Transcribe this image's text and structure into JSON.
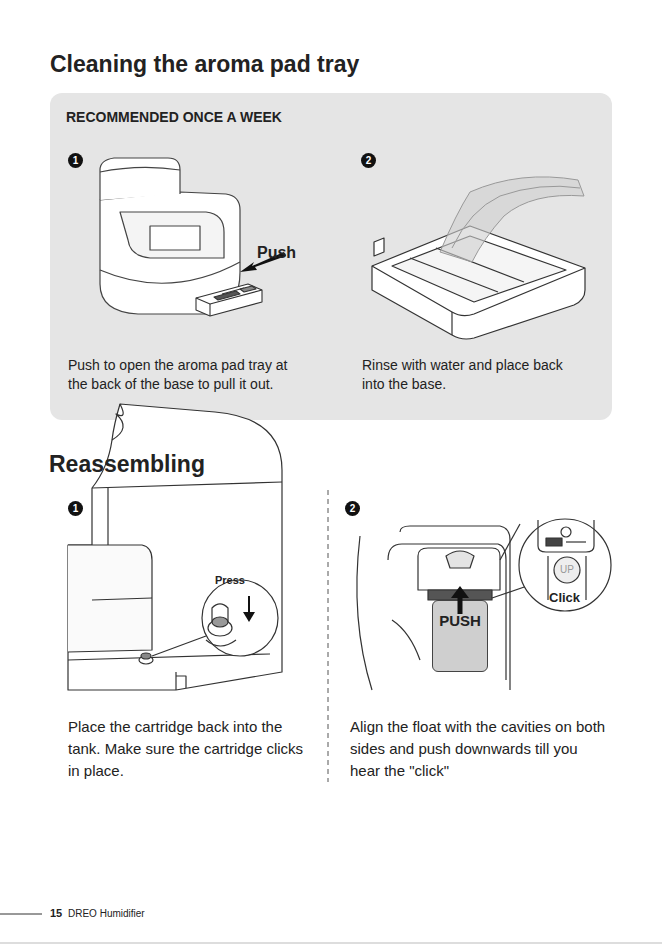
{
  "diagram": {
    "nodes": [
      {
        "text": [
          "RECOMMENDED ONCE A WEEK"
        ]
      },
      {
        "text": [
          "1"
        ],
        "in": 0
      },
      {
        "text": [
          "2"
        ],
        "in": 0
      },
      {
        "text": [
          "1"
        ]
      },
      {
        "text": [
          "2"
        ]
      },
      {
        "text": [
          "PUSH"
        ]
      }
    ],
    "labels": [
      "Cleaning the aroma pad tray",
      "Push",
      "Push to open the aroma pad tray at the back of the base to pull it out.",
      "Rinse with water and place back into the base.",
      "Reassembling",
      "Press",
      "Click",
      "UP",
      "Place the cartridge back into the tank. Make sure the cartridge clicks in place.",
      "Align the float with the cavities on both sides and push downwards till you hear the \"click\"",
      "15",
      "DREO Humidifier"
    ]
  }
}
